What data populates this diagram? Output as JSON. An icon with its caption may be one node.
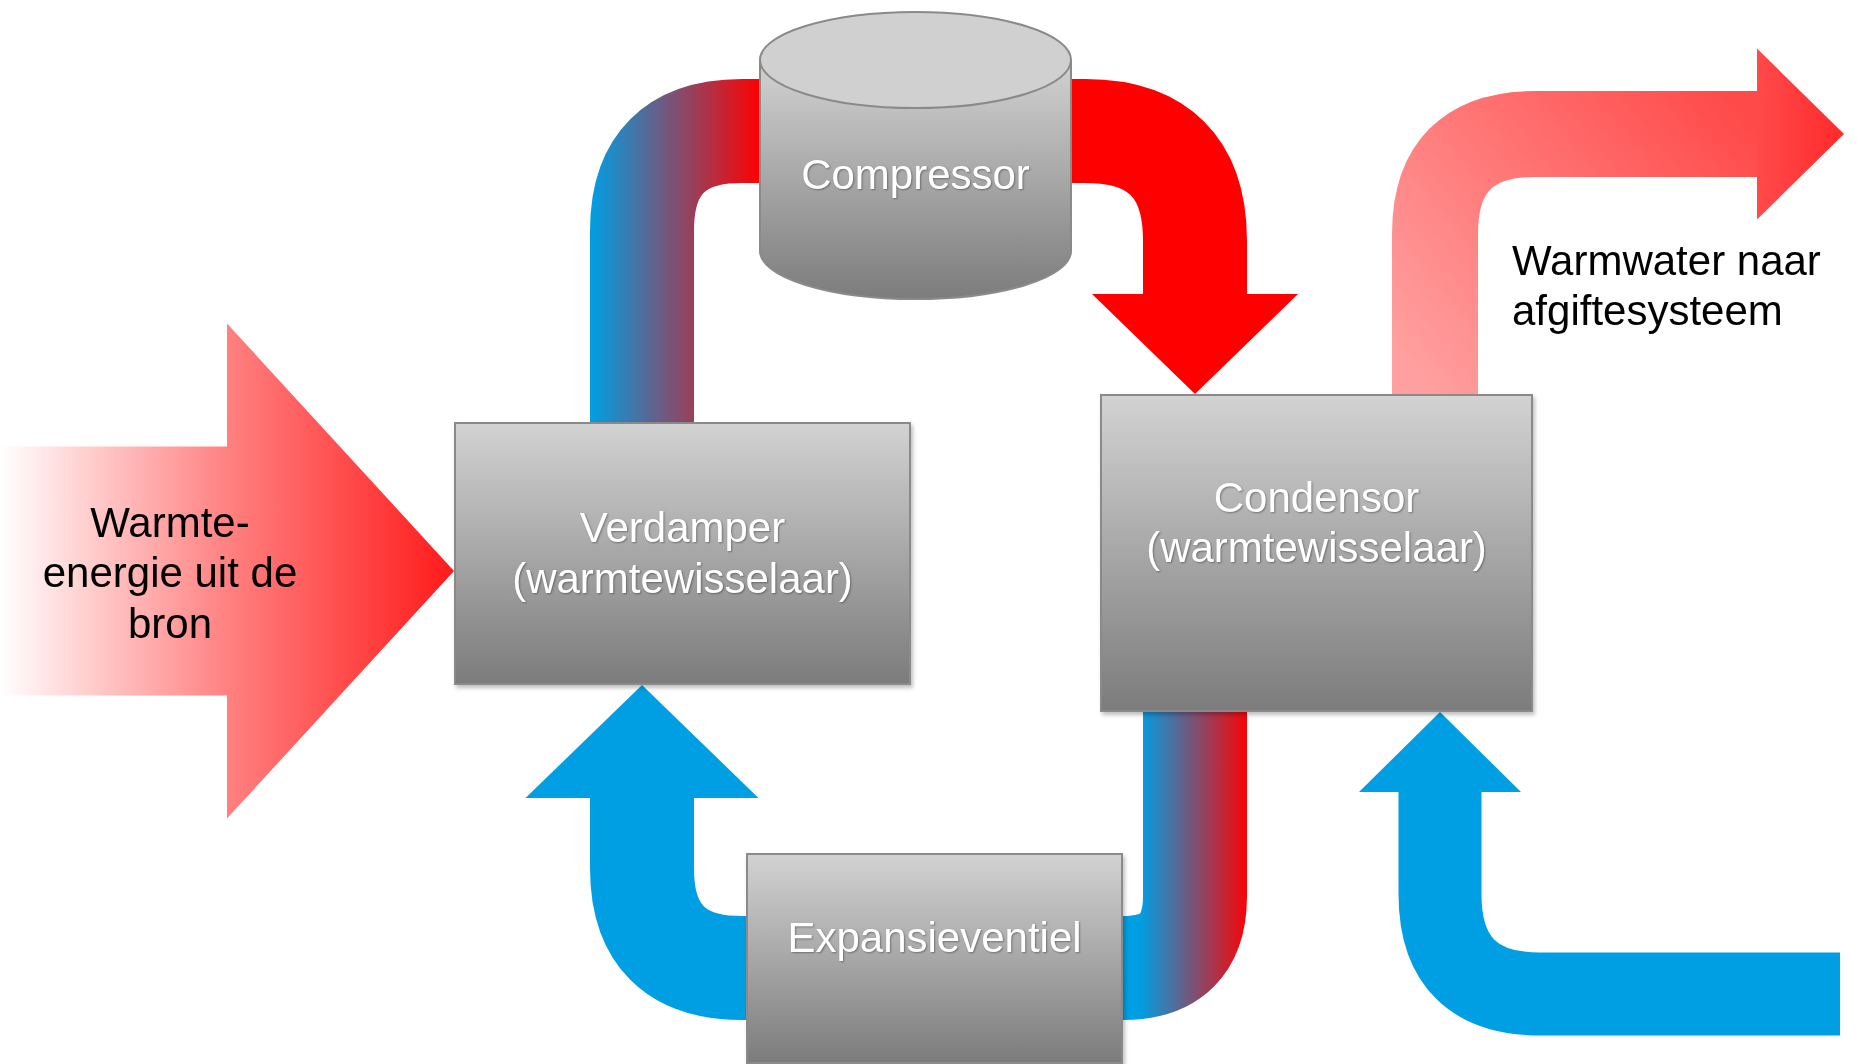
{
  "diagram": {
    "nodes": [
      {
        "text": [
          "Compressor"
        ]
      },
      {
        "text": [
          "Verdamper (warmtewisselaar)"
        ]
      },
      {
        "text": [
          "Condensor (warmtewisselaar)"
        ]
      },
      {
        "text": [
          "Expansieventiel"
        ]
      }
    ],
    "edges": [
      {
        "from": 1,
        "to": 0,
        "arrow": "none"
      },
      {
        "from": 0,
        "to": 2,
        "arrow": "to",
        "color": "#ff0000"
      },
      {
        "from": 2,
        "to": 3,
        "arrow": "none"
      },
      {
        "from": 3,
        "to": 1,
        "arrow": "to",
        "color": "#009fe3"
      },
      {
        "from": null,
        "to": 1,
        "arrow": "to",
        "color": "#ff1a1a",
        "label": "Warmte- energie uit de bron"
      },
      {
        "from": 2,
        "to": null,
        "arrow": "to",
        "color": "#ff2a2a",
        "label": "Warmwater naar afgiftesysteem"
      },
      {
        "from": null,
        "to": 2,
        "arrow": "to",
        "color": "#009fe3"
      }
    ]
  }
}
